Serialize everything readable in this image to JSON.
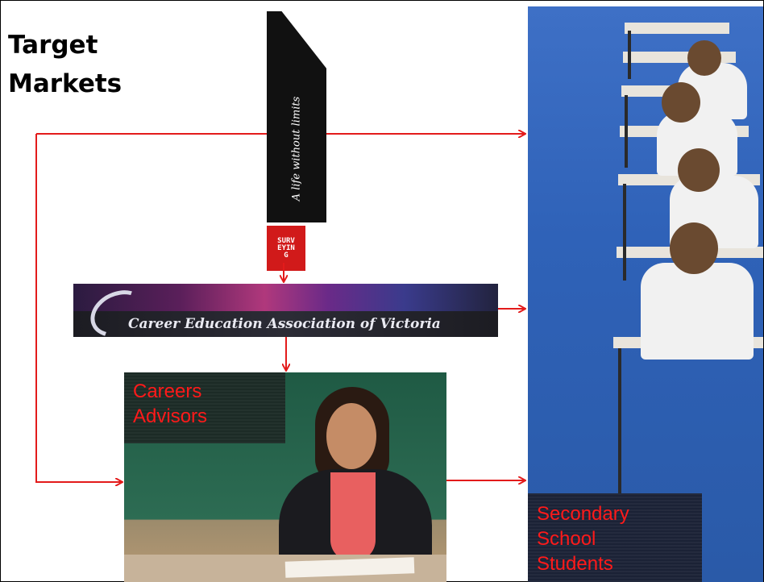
{
  "title": {
    "line1": "Target",
    "line2": "Markets"
  },
  "surveying": {
    "tagline": "A life without limits",
    "logo_text": "SURVEYING"
  },
  "ceav": {
    "name": "Career Education Association of Victoria"
  },
  "advisors": {
    "line1": "Careers",
    "line2": "Advisors"
  },
  "students": {
    "line1": "Secondary",
    "line2": "School",
    "line3": "Students"
  },
  "colors": {
    "arrow": "#e31b1b",
    "label_text": "#ff1a1a"
  }
}
